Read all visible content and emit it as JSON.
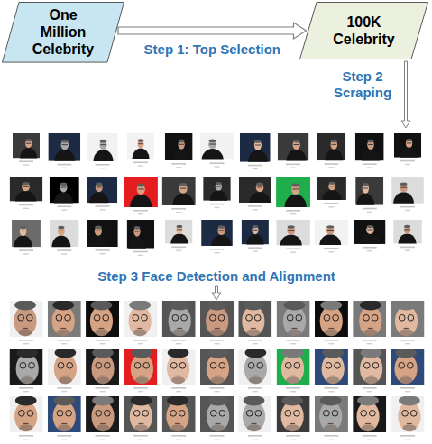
{
  "diagram": {
    "nodes": [
      {
        "text": [
          "One Million Celebrity"
        ]
      },
      {
        "text": [
          "100K Celebrity"
        ]
      }
    ],
    "edges": [
      {
        "from": 0,
        "to": 1,
        "arrow": "to",
        "label": "Step 1: Top Selection"
      }
    ],
    "labels": [
      "Step 2 Scraping",
      "Step 3 Face Detection and Alignment"
    ]
  }
}
